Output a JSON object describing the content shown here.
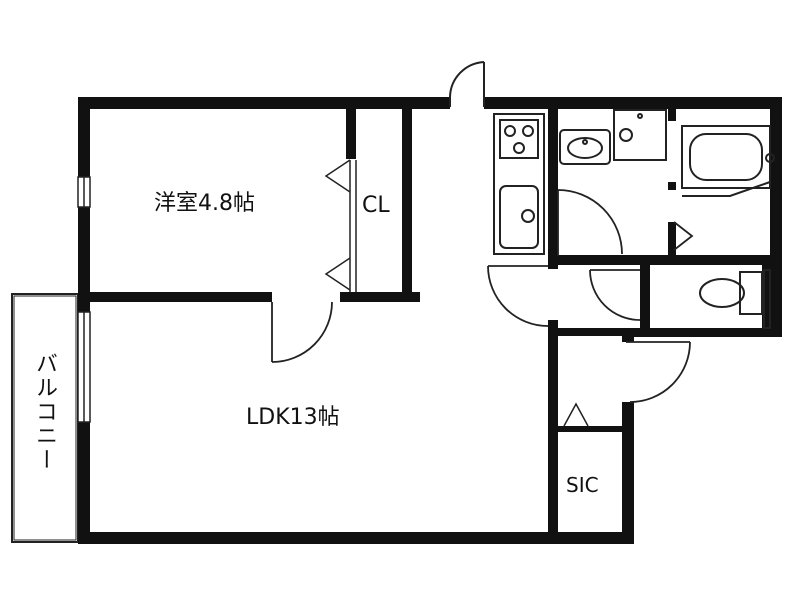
{
  "rooms": {
    "western_room": "洋室4.8帖",
    "closet": "CL",
    "ldk": "LDK13帖",
    "sic": "SIC",
    "balcony": "バルコニー"
  },
  "colors": {
    "wall": "#111111",
    "line": "#222222",
    "background": "#ffffff"
  }
}
